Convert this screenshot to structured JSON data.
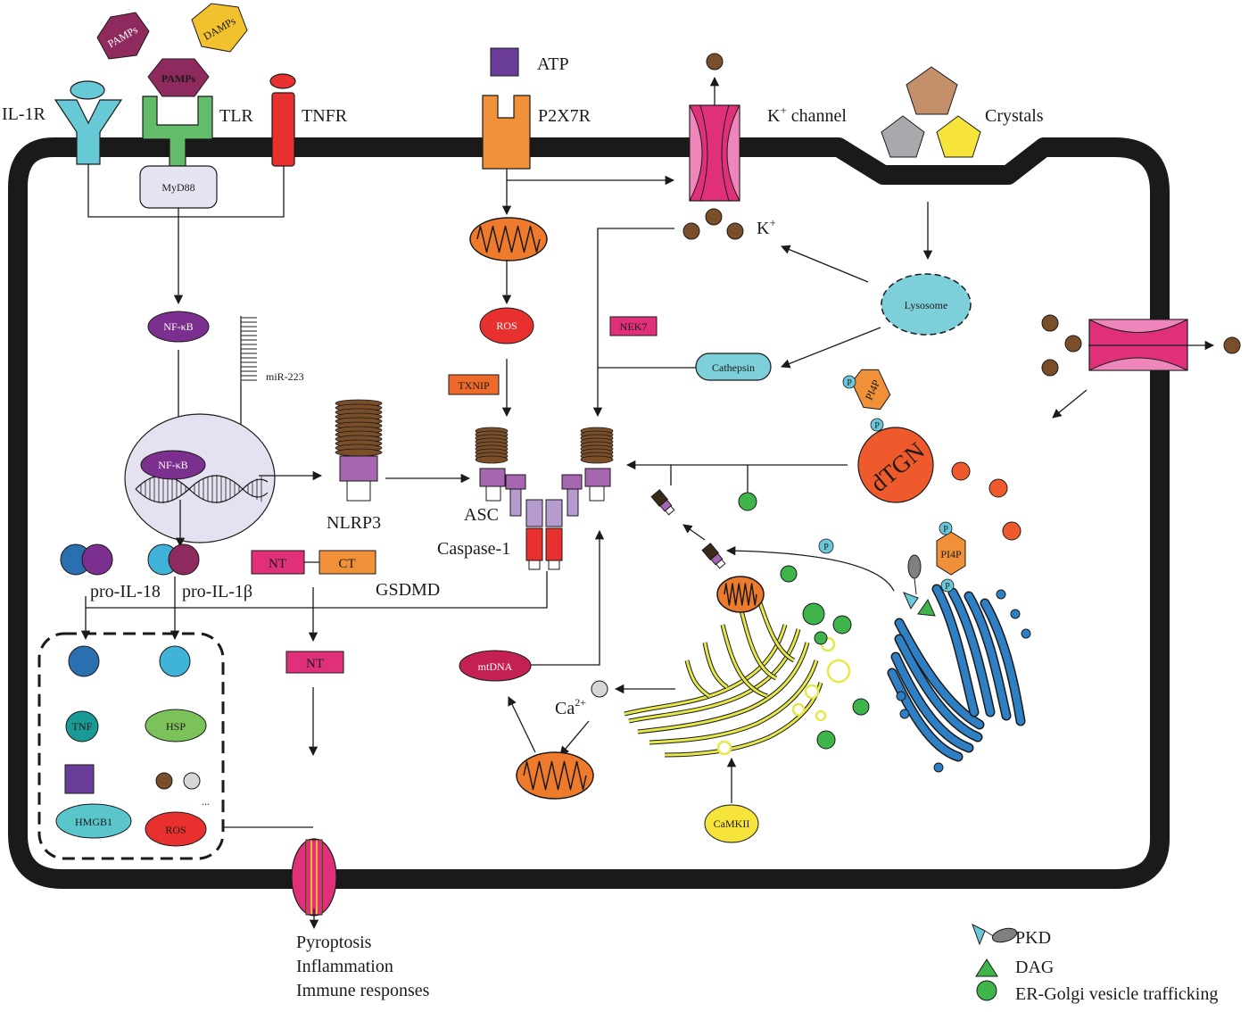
{
  "receptors": {
    "il1r": "IL-1R",
    "tlr": "TLR",
    "tnfr": "TNFR",
    "pamps_top": "PAMPs",
    "pamps_bound": "PAMPs",
    "damps": "DAMPs",
    "myd88": "MyD88"
  },
  "purinergic": {
    "atp": "ATP",
    "p2x7r": "P2X7R",
    "k_channel": "K",
    "k_channel_sup": "+",
    "k_channel_suffix": " channel",
    "k_ion": "K",
    "k_ion_sup": "+"
  },
  "crystals": {
    "label": "Crystals",
    "lysosome": "Lysosome",
    "cathepsin": "Cathepsin"
  },
  "signals": {
    "nek7": "NEK7",
    "ros": "ROS",
    "txnip": "TXNIP",
    "nfkb_cyto": "NF-κB",
    "nfkb_nucleus": "NF-κB",
    "mir223": "miR-223"
  },
  "inflammasome": {
    "nlrp3": "NLRP3",
    "asc": "ASC",
    "caspase1": "Caspase-1"
  },
  "golgi": {
    "pi4p_top": "PI4P",
    "pi4p_right": "PI4P",
    "phospho": "P",
    "dtgn": "dTGN"
  },
  "cytokines": {
    "pro_il18": "pro-IL-18",
    "pro_il1b": "pro-IL-1β"
  },
  "gasdermin": {
    "nt": "NT",
    "ct": "CT",
    "gsdmd": "GSDMD",
    "nt_cleaved": "NT"
  },
  "calcium": {
    "mtdna": "mtDNA",
    "ca": "Ca",
    "ca_sup": "2+",
    "camkii": "CaMKII"
  },
  "release": {
    "tnf": "TNF",
    "hsp": "HSP",
    "hmgb1": "HMGB1",
    "ros": "ROS",
    "ellipsis": "..."
  },
  "outcomes": [
    "Pyroptosis",
    "Inflammation",
    "Immune responses"
  ],
  "legend": {
    "pkd": "PKD",
    "dag": "DAG",
    "vesicle": "ER-Golgi vesicle trafficking"
  },
  "colors": {
    "membrane": "#1a1a1a",
    "il1r": "#67c9d6",
    "tlr": "#62bc6a",
    "tnfr": "#e8312f",
    "pamps": "#8f2a5f",
    "damps": "#f2c12e",
    "myd88": "#e6e4f2",
    "atp": "#6a3d9a",
    "p2x7r": "#f0913a",
    "k_channel": "#e0307a",
    "k_channel_light": "#ee86bb",
    "k_ion": "#7b4e2a",
    "crystal_brown": "#c4906a",
    "crystal_gray": "#a7a9ac",
    "crystal_yellow": "#f6e43b",
    "lysosome": "#7dd0da",
    "cathepsin": "#7dd0da",
    "nek7": "#e0307a",
    "ros": "#e8312f",
    "txnip": "#ee6a2b",
    "nfkb": "#7b2f8f",
    "nucleus": "#e4e1f0",
    "nlrp3_ring": "#7b4e2a",
    "nlrp3_core": "#a766b0",
    "asc": "#b69bcf",
    "caspase": "#e8312f",
    "pi4p": "#f0913a",
    "phospho": "#6ac8d8",
    "dtgn": "#ee5a2b",
    "il18_dark": "#2a6fb0",
    "il18_light": "#7b2f8f",
    "il1b_light": "#40b3d8",
    "il1b_dark": "#8f2a5f",
    "nt": "#e0307a",
    "ct": "#f0913a",
    "mtdna": "#c42052",
    "mito": "#ee7a2b",
    "er": "#e6e84a",
    "vesicle": "#3eb44a",
    "golgi": "#2f7fc4",
    "camkii": "#f6e43b",
    "tnf": "#1a9a94",
    "hsp": "#7cc25a",
    "hmgb1": "#5ac6cc",
    "square": "#6a3d9a",
    "pkd": "#6ac8d8"
  }
}
